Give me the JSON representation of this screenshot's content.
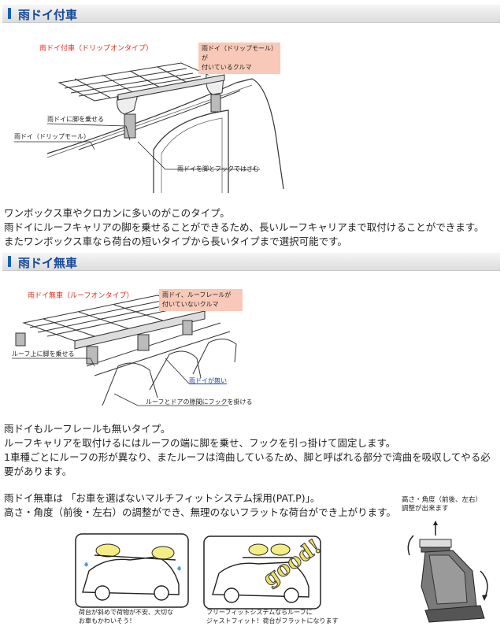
{
  "section1": {
    "title": "雨ドイ付車",
    "fig_title": "雨ドイ付車（ドリップオンタイプ）",
    "note": [
      "雨ドイ（ドリップモール）が",
      "付いているクルマ"
    ],
    "label_foot": "雨ドイに脚を乗せる",
    "label_gutter": "雨ドイ（ドリップモール）",
    "label_hook": "雨ドイを脚とフックではさむ",
    "paragraph": [
      "ワンボックス車やクロカンに多いのがこのタイプ。",
      "雨ドイにルーフキャリアの脚を乗せることができるため、長いルーフキャリアまで取付けることができます。",
      "またワンボックス車なら荷台の短いタイプから長いタイプまで選択可能です。"
    ]
  },
  "section2": {
    "title": "雨ドイ無車",
    "fig_title": "雨ドイ無車（ルーフオンタイプ）",
    "note": [
      "雨ドイ、ルーフレールが",
      "付いていないクルマ"
    ],
    "label_foot": "ルーフ上に脚を乗せる",
    "label_none": "雨ドイが無い",
    "label_hook": "ルーフとドアの隙間にフックを掛ける",
    "paragraph": [
      "雨ドイもルーフレールも無いタイプ。",
      "ルーフキャリアを取付けるにはルーフの端に脚を乗せ、フックを引っ掛けて固定します。",
      "1車種ごとにルーフの形が異なり、またルーフは湾曲しているため、脚と呼ばれる部分で湾曲を吸収してやる必",
      "要があります。"
    ],
    "paragraph2": [
      "雨ドイ無車は 「お車を選ばないマルチフィットシステム採用(PAT.P)」。",
      "高さ・角度（前後・左右）の調整ができ、無理のないフラットな荷台ができ上がります。"
    ],
    "adjust_caption": [
      "高さ・角度（前後、左右）",
      "調整が出来ます"
    ],
    "cartoon_bad_caption": [
      "荷台が斜めで荷物が不安、大切な",
      "お車もかわいそう！"
    ],
    "cartoon_good_caption": [
      "フリーフィットシステムならルーフに",
      "ジャストフィット！荷台がフラットになります"
    ],
    "good_text": "good!"
  }
}
